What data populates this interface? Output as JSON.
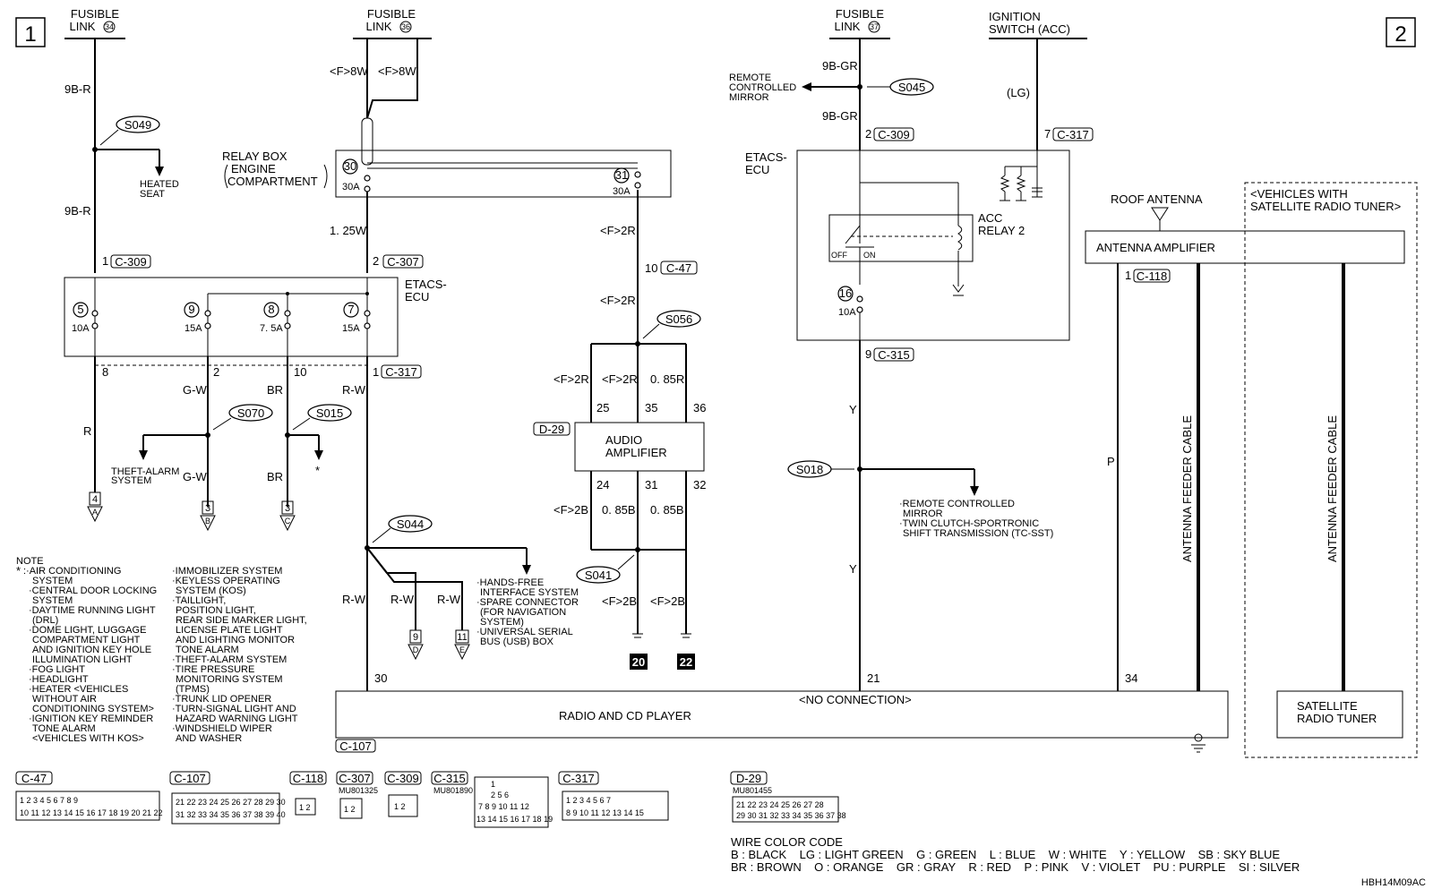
{
  "page_numbers": [
    "1",
    "2"
  ],
  "supplies": {
    "fl34": {
      "line1": "FUSIBLE",
      "line2": "LINK",
      "num": "34"
    },
    "fl36": {
      "line1": "FUSIBLE",
      "line2": "LINK",
      "num": "36"
    },
    "fl37": {
      "line1": "FUSIBLE",
      "line2": "LINK",
      "num": "37"
    },
    "ign": {
      "line1": "IGNITION",
      "line2": "SWITCH (ACC)"
    }
  },
  "wires": {
    "w9br_top": "9B-R",
    "w9br_mid": "9B-R",
    "f8w_a": "<F>8W",
    "f8w_b": "<F>8W",
    "w125w": "1. 25W",
    "f2r_top": "<F>2R",
    "f2r_mid": "<F>2R",
    "f2r_a": "<F>2R",
    "f2r_b": "<F>2R",
    "w085r": "0. 85R",
    "f2b_a": "<F>2B",
    "w085b_a": "0. 85B",
    "w085b_b": "0. 85B",
    "f2b_c": "<F>2B",
    "f2b_d": "<F>2B",
    "w9bgr_a": "9B-GR",
    "w9bgr_b": "9B-GR",
    "lg": "(LG)",
    "r": "R",
    "gw_a": "G-W",
    "gw_b": "G-W",
    "br_a": "BR",
    "br_b": "BR",
    "rw_a": "R-W",
    "rw_b": "R-W",
    "rw_c": "R-W",
    "rw_d": "R-W",
    "y_a": "Y",
    "y_b": "Y",
    "p": "P"
  },
  "splices": [
    "S049",
    "S070",
    "S015",
    "S044",
    "S056",
    "S041",
    "S045",
    "S018"
  ],
  "connectors": {
    "c309": "C-309",
    "c307": "C-307",
    "c317": "C-317",
    "c47": "C-47",
    "d29": "D-29",
    "c315": "C-315",
    "c118": "C-118",
    "c107": "C-107"
  },
  "pins": {
    "p1": "1",
    "p2": "2",
    "p8": "8",
    "p2b": "2",
    "p10": "10",
    "p1b": "1",
    "p10b": "10",
    "p25": "25",
    "p35": "35",
    "p36": "36",
    "p24": "24",
    "p31": "31",
    "p32": "32",
    "p2c": "2",
    "p7": "7",
    "p9": "9",
    "p1c": "1",
    "p30": "30",
    "p21": "21",
    "p34": "34"
  },
  "components": {
    "relay_box": {
      "l1": "RELAY BOX",
      "l2": "ENGINE",
      "l3": "COMPARTMENT"
    },
    "etacs_left": {
      "l1": "ETACS-",
      "l2": "ECU"
    },
    "etacs_right": {
      "l1": "ETACS-",
      "l2": "ECU"
    },
    "audio_amp": {
      "l1": "AUDIO",
      "l2": "AMPLIFIER"
    },
    "acc_relay": {
      "l1": "ACC",
      "l2": "RELAY 2",
      "off": "OFF",
      "on": "ON"
    },
    "roof_antenna": "ROOF ANTENNA",
    "antenna_amp": "ANTENNA AMPLIFIER",
    "sat_vehicles": {
      "l1": "<VEHICLES WITH",
      "l2": "SATELLITE RADIO TUNER>"
    },
    "radio": "RADIO AND CD PLAYER",
    "no_conn": "<NO CONNECTION>",
    "sat_tuner": {
      "l1": "SATELLITE",
      "l2": "RADIO TUNER"
    },
    "feeder1": "ANTENNA FEEDER CABLE",
    "feeder2": "ANTENNA FEEDER CABLE"
  },
  "fuses": {
    "f30": {
      "num": "30",
      "amp": "30A"
    },
    "f31": {
      "num": "31",
      "amp": "30A"
    },
    "f5": {
      "num": "5",
      "amp": "10A"
    },
    "f9": {
      "num": "9",
      "amp": "15A"
    },
    "f8": {
      "num": "8",
      "amp": "7. 5A"
    },
    "f7": {
      "num": "7",
      "amp": "15A"
    },
    "f16": {
      "num": "16",
      "amp": "10A"
    }
  },
  "destinations": {
    "heated_seat": {
      "l1": "HEATED",
      "l2": "SEAT"
    },
    "theft_alarm": {
      "l1": "THEFT-ALARM",
      "l2": "SYSTEM"
    },
    "star": "*",
    "remote_mirror": {
      "l1": "REMOTE",
      "l2": "CONTROLLED",
      "l3": "MIRROR"
    },
    "hands_free": [
      "·HANDS-FREE",
      "INTERFACE SYSTEM",
      "·SPARE CONNECTOR",
      "(FOR NAVIGATION",
      "SYSTEM)",
      "·UNIVERSAL SERIAL",
      "BUS (USB) BOX"
    ],
    "s018_dest": [
      "·REMOTE CONTROLLED",
      "MIRROR",
      "·TWIN CLUTCH-SPORTRONIC",
      "SHIFT TRANSMISSION (TC-SST)"
    ]
  },
  "offpage": {
    "a": {
      "num": "4",
      "letter": "A"
    },
    "b": {
      "num": "3",
      "letter": "B"
    },
    "c": {
      "num": "3",
      "letter": "C"
    },
    "d": {
      "num": "9",
      "letter": "D"
    },
    "e": {
      "num": "11",
      "letter": "E"
    }
  },
  "grounds": {
    "g20": "20",
    "g22": "22"
  },
  "note": {
    "title": "NOTE",
    "star": "*",
    "col1": [
      ":·AIR CONDITIONING",
      "SYSTEM",
      "·CENTRAL DOOR LOCKING",
      "SYSTEM",
      "·DAYTIME RUNNING LIGHT",
      "(DRL)",
      "·DOME LIGHT, LUGGAGE",
      "COMPARTMENT LIGHT",
      "AND IGNITION KEY HOLE",
      "ILLUMINATION LIGHT",
      "·FOG LIGHT",
      "·HEADLIGHT",
      "·HEATER <VEHICLES",
      "WITHOUT AIR",
      "CONDITIONING SYSTEM>",
      "·IGNITION KEY REMINDER",
      "TONE ALARM",
      "<VEHICLES WITH KOS>"
    ],
    "col2": [
      "·IMMOBILIZER SYSTEM",
      "·KEYLESS OPERATING",
      "SYSTEM (KOS)",
      "·TAILLIGHT,",
      "POSITION LIGHT,",
      "REAR SIDE MARKER LIGHT,",
      "LICENSE PLATE LIGHT",
      "AND LIGHTING MONITOR",
      "TONE ALARM",
      "·THEFT-ALARM SYSTEM",
      "·TIRE PRESSURE",
      "MONITORING SYSTEM",
      "(TPMS)",
      "·TRUNK LID OPENER",
      "·TURN-SIGNAL LIGHT AND",
      "HAZARD WARNING LIGHT",
      "·WINDSHIELD WIPER",
      "AND WASHER"
    ]
  },
  "connector_views": {
    "c47": {
      "label": "C-47",
      "row1": "1 2 3 4      5 6 7 8 9",
      "row2": "10 11 12 13 14 15 16 17 18 19 20 21 22"
    },
    "c107": {
      "label": "C-107",
      "row1": "21 22 23 24 25 26 27 28 29 30",
      "row2": "31 32 33 34 35 36 37 38 39 40"
    },
    "c118": {
      "label": "C-118",
      "pins": "1 2"
    },
    "c307": {
      "label": "C-307",
      "part": "MU801325",
      "pins": "1 2"
    },
    "c309": {
      "label": "C-309",
      "pins": "1 2"
    },
    "c315": {
      "label": "C-315",
      "part": "MU801890",
      "row1": "1",
      "row2": "2     5 6",
      "row3": "7 8 9 10 11 12",
      "row4": "13 14 15 16 17 18 19"
    },
    "c317": {
      "label": "C-317",
      "row1": "1 2 3 4      5 6 7",
      "row2": "8 9 10 11   12   13 14 15"
    },
    "d29": {
      "label": "D-29",
      "part": "MU801455",
      "row1": "21 22 23 24    25 26 27 28",
      "row2": "29 30 31 32 33 34 35 36 37 38"
    }
  },
  "color_code": {
    "title": "WIRE COLOR CODE",
    "line1": "B : BLACK    LG : LIGHT GREEN    G : GREEN    L : BLUE    W : WHITE    Y : YELLOW    SB : SKY BLUE",
    "line2": "BR : BROWN    O : ORANGE    GR : GRAY    R : RED    P : PINK    V : VIOLET    PU : PURPLE    SI : SILVER"
  },
  "code": "HBH14M09AC"
}
